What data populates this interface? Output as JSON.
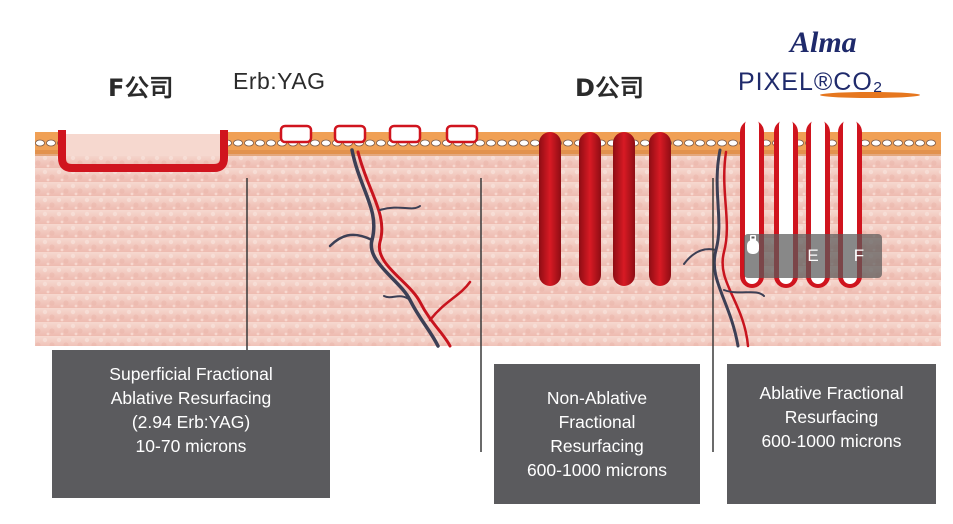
{
  "headings": {
    "company_f": "F公司",
    "laser_type": "Erb:YAG",
    "company_d": "D公司"
  },
  "brand": {
    "script": "Alma",
    "product": "PIXEL®CO₂"
  },
  "boxes": {
    "superficial": [
      "Superficial Fractional",
      "Ablative Resurfacing",
      "(2.94 Erb:YAG)",
      "10-70 microns"
    ],
    "non_ablative": [
      "Non-Ablative",
      "Fractional",
      "Resurfacing",
      "600-1000 microns"
    ],
    "ablative": [
      "Ablative Fractional",
      "Resurfacing",
      "600-1000 microns"
    ]
  },
  "mode_bar": {
    "icon": "handpiece-icon",
    "modes": [
      "E",
      "F"
    ]
  },
  "colors": {
    "skin_base": "#f2c9c0",
    "epidermis": "#f0a055",
    "channel_red": "#c8141e",
    "vessel_dark": "#3c3f55",
    "label_box": "#5b5b5e",
    "brand_blue": "#1f2a6b",
    "brand_orange": "#e6771f"
  }
}
